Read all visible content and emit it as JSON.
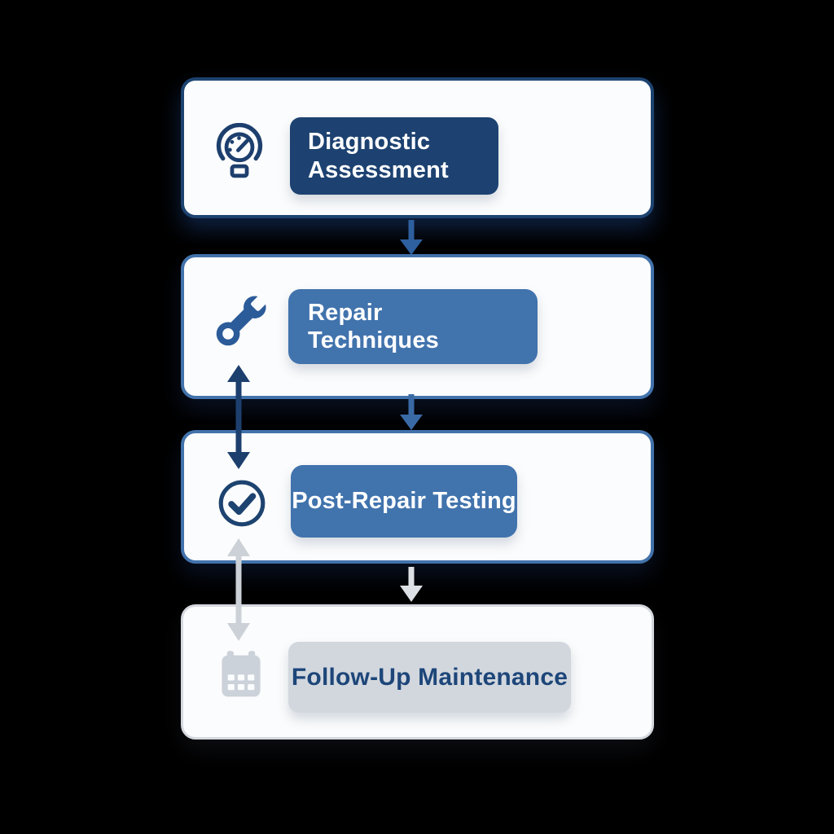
{
  "canvas": {
    "background": "#000000",
    "card_background": "#fbfcfd"
  },
  "steps": [
    {
      "id": "diagnostic-assessment",
      "label": "Diagnostic Assessment",
      "icon": "gauge-icon",
      "border": "#1d4370",
      "label_bg": "#1d4271",
      "label_color": "#ffffff",
      "icon_color": "#1d3f6e"
    },
    {
      "id": "repair-techniques",
      "label": "Repair Techniques",
      "icon": "wrench-icon",
      "border": "#4272ab",
      "label_bg": "#4173ad",
      "label_color": "#ffffff",
      "icon_color": "#2b5b99"
    },
    {
      "id": "post-repair-testing",
      "label": "Post-Repair Testing",
      "icon": "check-circle-icon",
      "border": "#4272ab",
      "label_bg": "#4173ad",
      "label_color": "#ffffff",
      "icon_color": "#1d4370"
    },
    {
      "id": "follow-up-maintenance",
      "label": "Follow-Up Maintenance",
      "icon": "calendar-icon",
      "border": "#d5d9df",
      "label_bg": "#d2d7de",
      "label_color": "#1d4679",
      "icon_color": "#ccd2d9"
    }
  ],
  "connectors": [
    {
      "from": "diagnostic-assessment",
      "to": "repair-techniques",
      "type": "down-arrow",
      "color": "#2e5f9e"
    },
    {
      "from": "repair-techniques",
      "to": "post-repair-testing",
      "type": "down-arrow",
      "color": "#3a6aa6"
    },
    {
      "from": "repair-techniques",
      "to": "post-repair-testing",
      "type": "double-arrow",
      "color": "#1d3f6e"
    },
    {
      "from": "post-repair-testing",
      "to": "follow-up-maintenance",
      "type": "down-arrow",
      "color": "#dde0e4"
    },
    {
      "from": "post-repair-testing",
      "to": "follow-up-maintenance",
      "type": "double-arrow",
      "color": "#ccd1d8"
    }
  ]
}
